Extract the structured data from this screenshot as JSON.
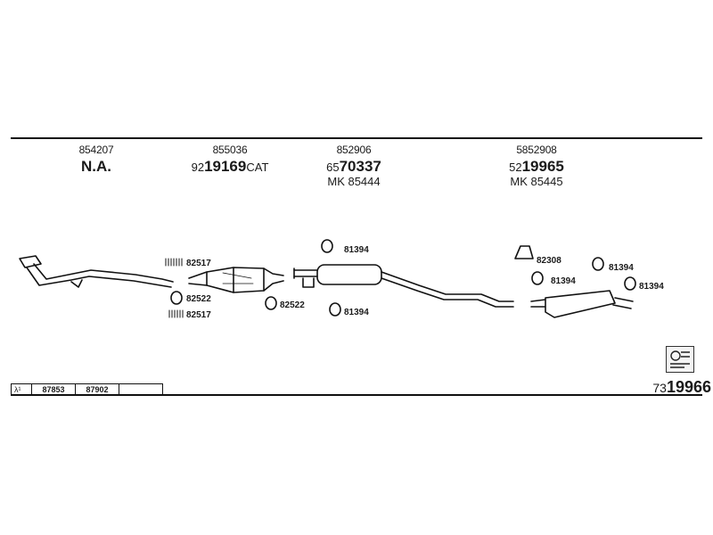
{
  "groups": [
    {
      "part": "854207",
      "ref_main": "N.A.",
      "mk": ""
    },
    {
      "part": "855036",
      "ref_pre": "92",
      "ref_main": "19169",
      "ref_suf": "CAT",
      "mk": ""
    },
    {
      "part": "852906",
      "ref_pre": "65",
      "ref_main": "70337",
      "mk": "MK 85444"
    },
    {
      "part": "5852908",
      "ref_pre": "52",
      "ref_main": "19965",
      "mk": "MK 85445"
    }
  ],
  "part_labels": {
    "clamp_a": "82517",
    "clamp_b": "82517",
    "ring_a": "82522",
    "ring_b": "82522",
    "hanger_a": "81394",
    "hanger_b": "81394",
    "hanger_c": "81394",
    "hanger_d": "81394",
    "hanger_e": "81394",
    "bracket": "82308"
  },
  "sensor_row": {
    "symbol": "λ¹",
    "c1": "87853",
    "c2": "87902"
  },
  "footer_ref": {
    "pre": "73",
    "main": "19966"
  },
  "colors": {
    "line": "#111111",
    "part_fill": "#ffffff"
  }
}
